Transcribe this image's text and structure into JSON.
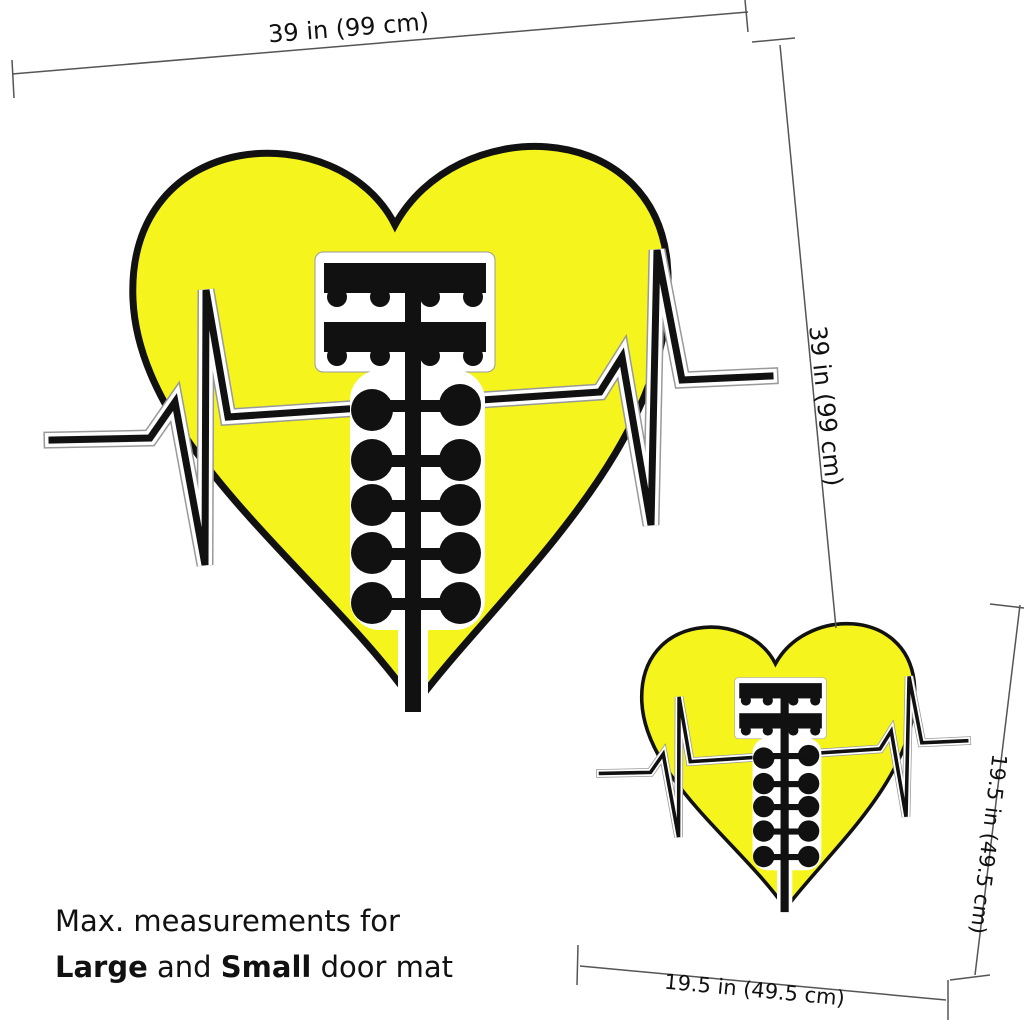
{
  "dimensions": {
    "large_width": "39 in (99 cm)",
    "large_height": "39 in (99 cm)",
    "small_width": "19.5 in (49.5 cm)",
    "small_height": "19.5 in (49.5 cm)"
  },
  "caption": {
    "line1": "Max. measurements for",
    "large": "Large",
    "and": "and",
    "small": "Small",
    "suffix": "door mat"
  },
  "colors": {
    "heart": "#f5f51d",
    "outline": "#111111",
    "background": "#ffffff"
  }
}
